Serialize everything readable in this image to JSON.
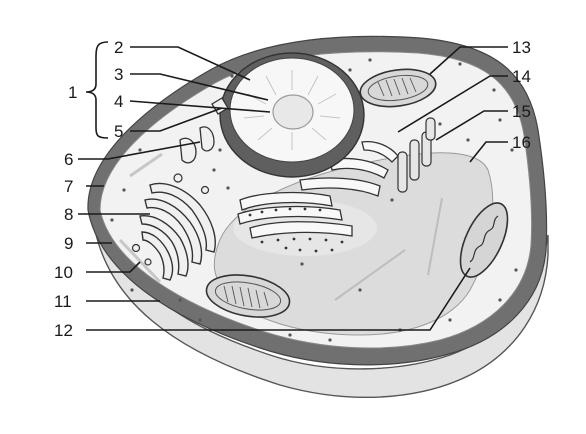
{
  "labels": [
    "1",
    "2",
    "3",
    "4",
    "5",
    "6",
    "7",
    "8",
    "9",
    "10",
    "11",
    "12",
    "13",
    "14",
    "15",
    "16"
  ],
  "colors": {
    "cell_top": "#efefef",
    "cell_side": "#e2e2e2",
    "membrane": "#6a6a6a",
    "cytoplasm": "#f3f3f3",
    "vacuole": "#dedede",
    "nucleus_outer": "#5f5f5f",
    "nucleus_inner": "#f7f7f7",
    "nucleolus": "#e9e9e9",
    "organelle_fill": "#d6d6d6",
    "organelle_edge": "#333333",
    "label_text": "#1a1a1a"
  }
}
